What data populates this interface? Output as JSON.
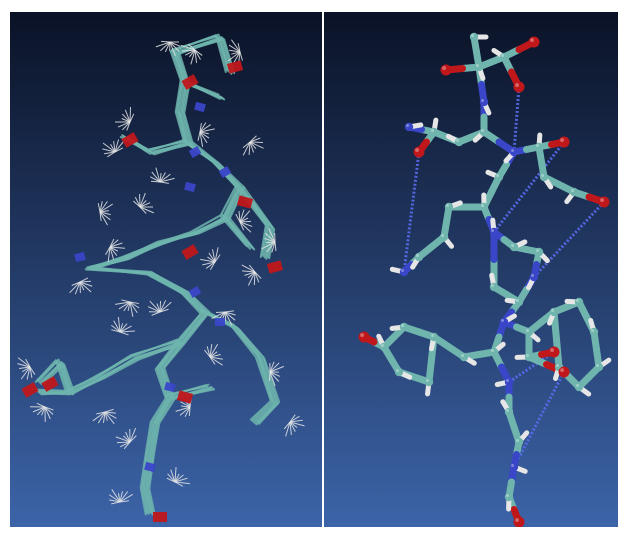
{
  "figure": {
    "panels": [
      {
        "id": "left",
        "style": "ensemble-lines",
        "background_top": "#0a1226",
        "background_bottom": "#3c64a8"
      },
      {
        "id": "right",
        "style": "ball-and-stick",
        "background_top": "#0a1226",
        "background_bottom": "#3c64a8"
      }
    ],
    "atom_colors": {
      "carbon": "#6fb5ae",
      "oxygen": "#c0171b",
      "nitrogen": "#3a46c8",
      "hydrogen": "#e6e6e6"
    },
    "hbond_color": "#5a6cf0"
  }
}
